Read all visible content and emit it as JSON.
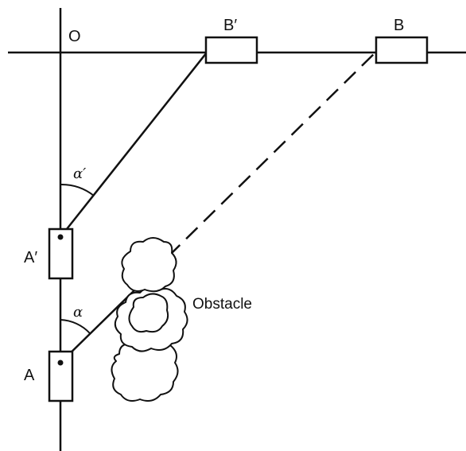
{
  "labels": {
    "origin": "O",
    "b_prime": "B′",
    "b": "B",
    "a_prime": "A′",
    "a": "A",
    "alpha_prime": "α′",
    "alpha": "α",
    "obstacle": "Obstacle"
  },
  "colors": {
    "ink": "#111111",
    "background": "#ffffff"
  }
}
